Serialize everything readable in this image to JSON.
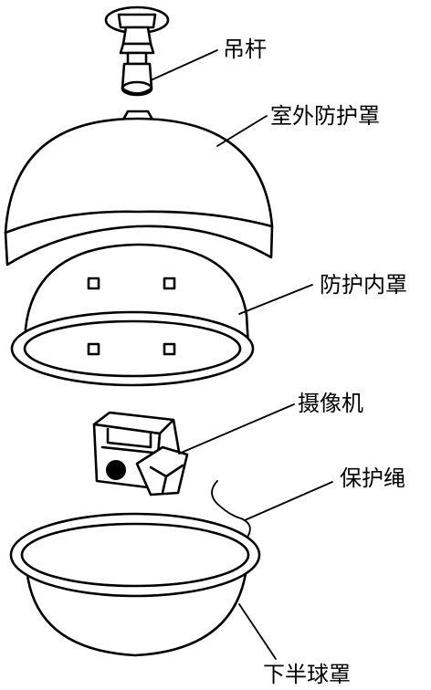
{
  "labels": {
    "rod": "吊杆",
    "outer_cover": "室外防护罩",
    "inner_cover": "防护内罩",
    "camera": "摄像机",
    "safety_rope": "保护绳",
    "lower_dome": "下半球罩"
  },
  "icons": {
    "rod": "pendant-rod-icon",
    "outer_cover": "outdoor-dome-cover-icon",
    "inner_cover": "inner-cover-icon",
    "camera": "camera-module-icon",
    "safety_rope": "safety-rope-icon",
    "lower_dome": "lower-hemisphere-icon"
  }
}
